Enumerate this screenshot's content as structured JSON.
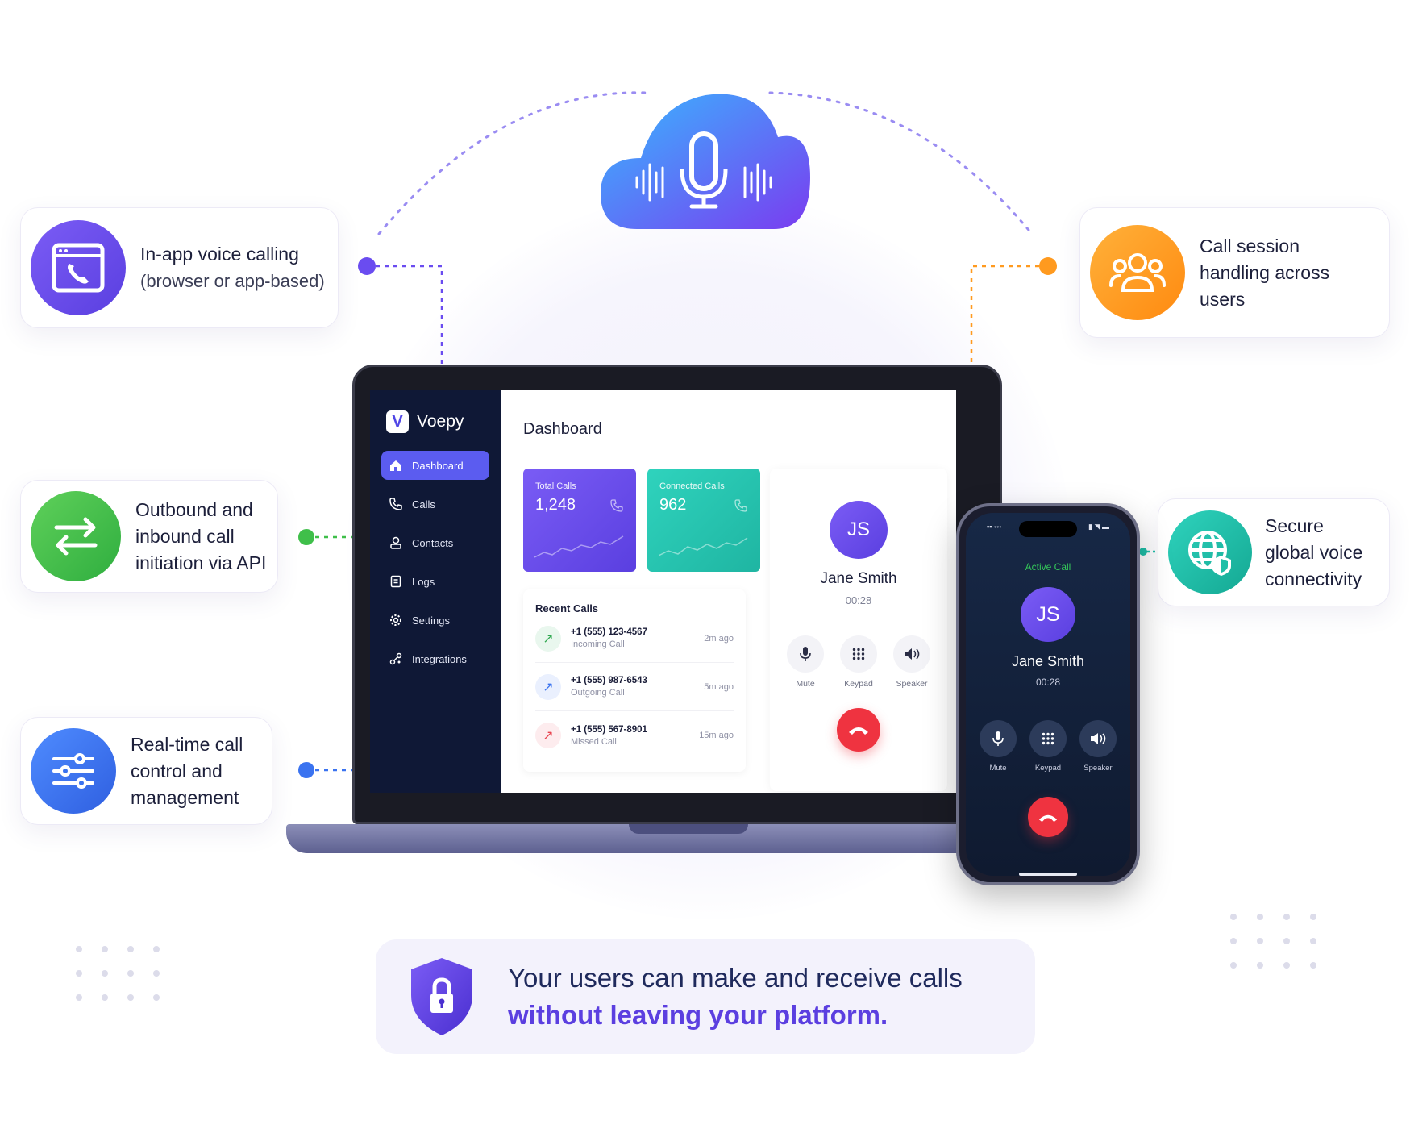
{
  "features": [
    {
      "id": "in-app",
      "title": "In-app voice calling",
      "subtitle": "(browser or app-based)",
      "icon": "browser-phone-icon",
      "color": "#6a4cf0"
    },
    {
      "id": "outbound",
      "title": "Outbound and inbound call initiation via API",
      "icon": "swap-arrows-icon",
      "color": "#3fbf4a"
    },
    {
      "id": "realtime",
      "title": "Real-time call control and management",
      "icon": "sliders-icon",
      "color": "#3a73f0"
    },
    {
      "id": "session",
      "title": "Call session handling across users",
      "icon": "users-icon",
      "color": "#ff9a1f"
    },
    {
      "id": "secure",
      "title": "Secure global voice connectivity",
      "icon": "globe-shield-icon",
      "color": "#1fbfa8"
    }
  ],
  "app": {
    "brand": "Voepy",
    "logo_letter": "V",
    "nav": [
      "Dashboard",
      "Calls",
      "Contacts",
      "Logs",
      "Settings",
      "Integrations"
    ],
    "page_title": "Dashboard",
    "stats": [
      {
        "label": "Total Calls",
        "value": "1,248",
        "color": "#6a4cf0"
      },
      {
        "label": "Connected Calls",
        "value": "962",
        "color": "#25c4b1"
      }
    ],
    "recent_title": "Recent Calls",
    "recent": [
      {
        "number": "+1 (555) 123-4567",
        "type": "Incoming Call",
        "ago": "2m ago",
        "icon": "arrow-down-left-icon",
        "color": "#2fa84f"
      },
      {
        "number": "+1 (555) 987-6543",
        "type": "Outgoing Call",
        "ago": "5m ago",
        "icon": "arrow-up-right-icon",
        "color": "#3a73f0"
      },
      {
        "number": "+1 (555) 567-8901",
        "type": "Missed Call",
        "ago": "15m ago",
        "icon": "missed-call-icon",
        "color": "#e8434f"
      }
    ]
  },
  "call": {
    "initials": "JS",
    "name": "Jane Smith",
    "duration": "00:28",
    "controls": [
      "Mute",
      "Keypad",
      "Speaker"
    ],
    "phone_status": "Active Call"
  },
  "banner": {
    "line1": "Your users can make and receive calls",
    "line2": "without leaving your platform."
  }
}
